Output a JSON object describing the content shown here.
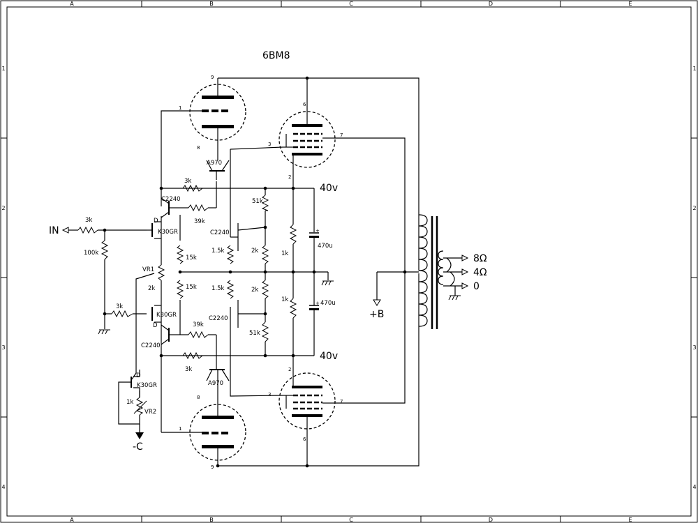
{
  "frame": {
    "columns": [
      "A",
      "B",
      "C",
      "D",
      "E"
    ],
    "rows": [
      "1",
      "2",
      "3",
      "4"
    ]
  },
  "title": "6BM8",
  "tube_pins": {
    "upper_triode": {
      "plate": "9",
      "grid": "1",
      "cathode": "8"
    },
    "upper_pentode": {
      "plate": "6",
      "grid": "3",
      "screen": "7",
      "cathode": "2"
    },
    "lower_triode": {
      "plate": "9",
      "grid": "1",
      "cathode": "8"
    },
    "lower_pentode": {
      "plate": "6",
      "grid": "3",
      "screen": "7",
      "cathode": "2"
    }
  },
  "transistors": {
    "upper_pnp": "A970",
    "lower_pnp": "A970",
    "c2240_top_left": "C2240",
    "c2240_top_mid": "C2240",
    "c2240_bot_mid": "C2240",
    "c2240_bot_left": "C2240",
    "fet_upper": "K30GR",
    "fet_lower": "K30GR",
    "fet_source": "K30GR",
    "fet_pin_d": "D"
  },
  "resistors": {
    "r_in": "3k",
    "r_bias": "100k",
    "r_bias_gnd": "3k",
    "r_top_3k": "3k",
    "r_top_39k": "39k",
    "r_top_51k": "51k",
    "r_top_15k": "1.5k",
    "r_top_2k": "2k",
    "r_top_1k": "1k",
    "r_15k_a": "15k",
    "r_15k_b": "15k",
    "r_bot_15k": "1.5k",
    "r_bot_2k": "2k",
    "r_bot_1k": "1k",
    "r_bot_51k": "51k",
    "r_bot_39k": "39k",
    "r_bot_3k": "3k",
    "vr1": "VR1",
    "vr1_value": "2k",
    "r_cs": "1k",
    "vr2": "VR2"
  },
  "capacitors": {
    "c_top": "470u",
    "c_bot": "470u",
    "plus_mark": "+"
  },
  "rails": {
    "top_voltage": "40v",
    "bottom_voltage": "40v",
    "plus_b": "+B",
    "minus_c": "-C"
  },
  "io": {
    "input": "IN",
    "out_8": "8Ω",
    "out_4": "4Ω",
    "out_0": "0"
  }
}
